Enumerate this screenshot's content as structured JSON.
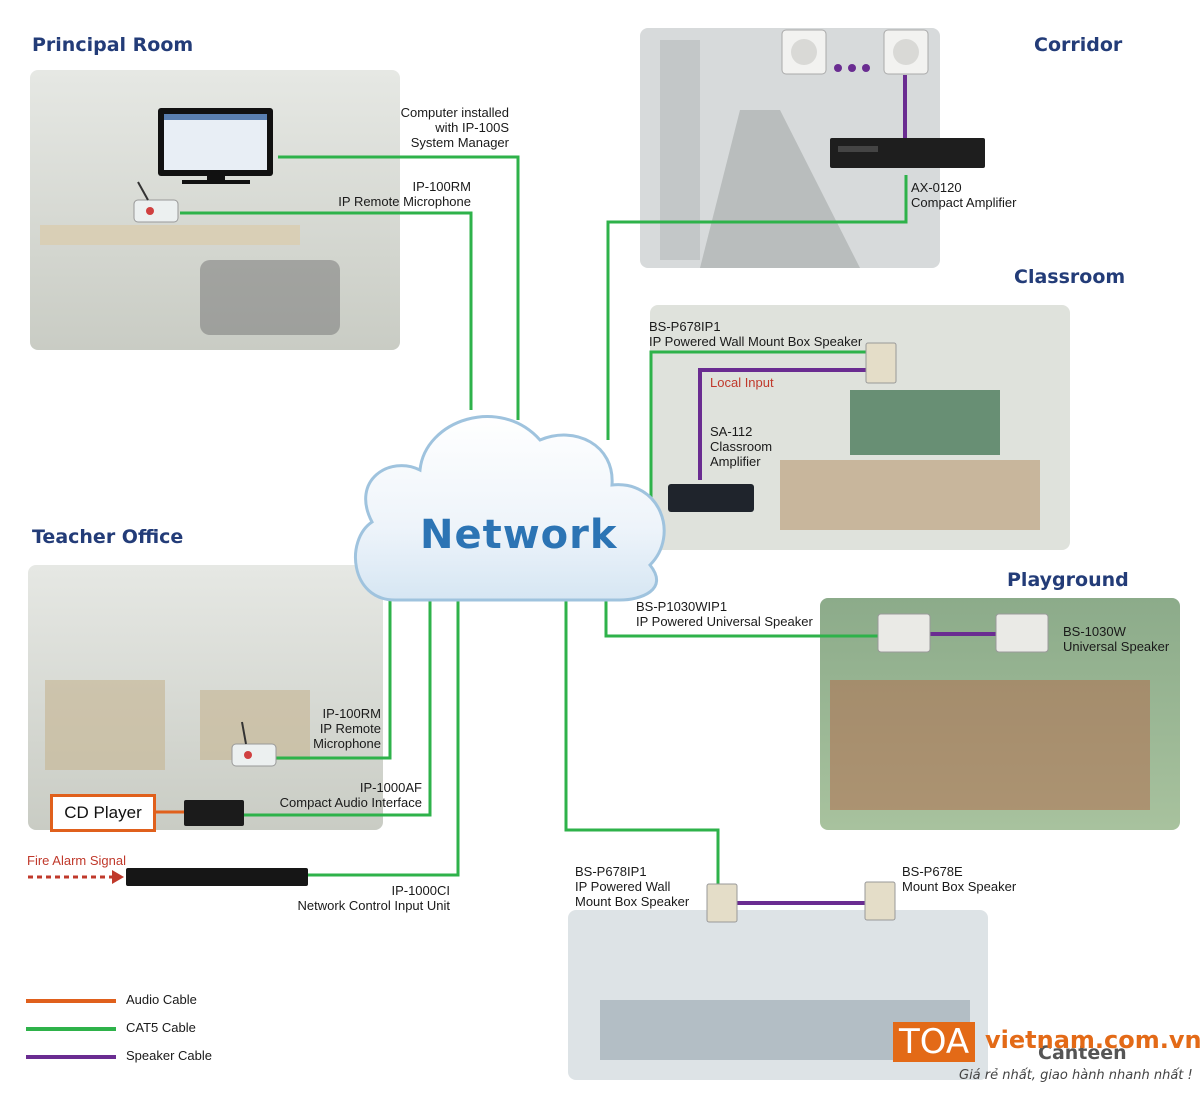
{
  "sections": {
    "principal_room": "Principal Room",
    "corridor": "Corridor",
    "classroom": "Classroom",
    "teacher_office": "Teacher Office",
    "playground": "Playground",
    "canteen": "Canteen"
  },
  "network_label": "Network",
  "devices": {
    "pc": "Computer installed\nwith IP-100S\nSystem Manager",
    "ip100rm_principal": "IP-100RM\nIP Remote Microphone",
    "ax0120": "AX-0120\nCompact Amplifier",
    "bs_p678ip1_classroom": "BS-P678IP1\nIP Powered Wall Mount Box Speaker",
    "local_input": "Local Input",
    "sa112": "SA-112\nClassroom\nAmplifier",
    "bs_p1030wip1": "BS-P1030WIP1\nIP Powered Universal Speaker",
    "bs_1030w": "BS-1030W\nUniversal Speaker",
    "ip100rm_teacher": "IP-100RM\nIP Remote\nMicrophone",
    "ip1000af": "IP-1000AF\nCompact Audio Interface",
    "cd_player": "CD Player",
    "fire_alarm": "Fire Alarm Signal",
    "ip1000ci": "IP-1000CI\nNetwork Control Input Unit",
    "bs_p678ip1_canteen": "BS-P678IP1\nIP Powered Wall\nMount Box Speaker",
    "bs_p678e": "BS-P678E\nMount Box Speaker"
  },
  "legend": [
    {
      "label": "Audio Cable",
      "color": "#e0601c"
    },
    {
      "label": "CAT5 Cable",
      "color": "#2eb24a"
    },
    {
      "label": "Speaker Cable",
      "color": "#6a2c91"
    }
  ],
  "colors": {
    "cat5": "#2eb24a",
    "speaker": "#6a2c91",
    "audio": "#e0601c",
    "title": "#233c78",
    "network_text": "#2c74b4"
  },
  "logo": {
    "brand": "TOA",
    "site": "vietnam.com.vn",
    "tagline": "Giá rẻ nhất, giao hành nhanh nhất !"
  }
}
